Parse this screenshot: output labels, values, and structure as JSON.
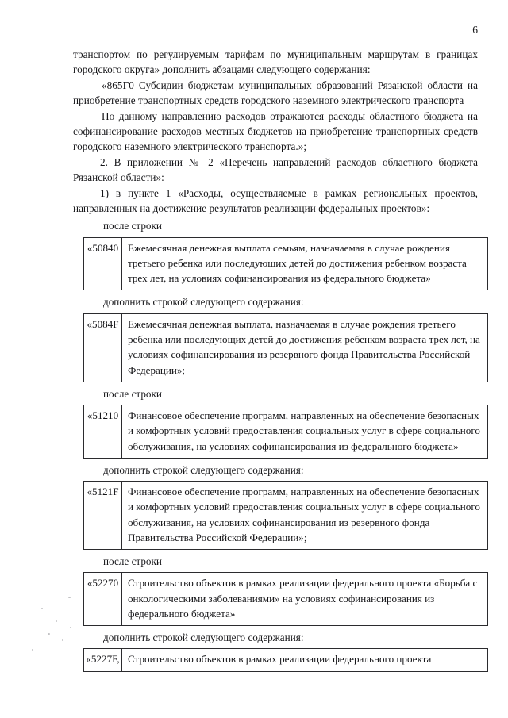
{
  "page": {
    "number": "6"
  },
  "body": {
    "paragraphs": [
      {
        "id": "p1",
        "text": "транспортом по регулируемым тарифам по муниципальным маршрутам в границах городского округа» дополнить абзацами следующего содержания:"
      },
      {
        "id": "p2",
        "text": "«865Г0 Субсидии бюджетам муниципальных образований Рязанской области на приобретение транспортных средств городского наземного электрического транспорта"
      },
      {
        "id": "p3",
        "text": "По данному направлению расходов отражаются расходы областного бюджета на софинансирование расходов местных бюджетов на приобретение транспортных средств городского наземного электрического транспорта.»;"
      },
      {
        "id": "p4",
        "text": "2. В приложении № 2 «Перечень направлений расходов областного бюджета Рязанской области»:"
      },
      {
        "id": "p5",
        "text": "1) в пункте 1 «Расходы, осуществляемые в рамках региональных проектов, направленных на достижение результатов реализации федеральных проектов»:"
      }
    ],
    "captions": {
      "after_line": "после строки",
      "add_line": "дополнить строкой следующего содержания:"
    },
    "tables": [
      {
        "id": "t1",
        "code": "«50840",
        "description": "Ежемесячная денежная выплата семьям, назначаемая в случае рождения третьего ребенка или последующих детей до достижения ребенком возраста трех лет, на условиях софинансирования из федерального бюджета»"
      },
      {
        "id": "t2",
        "code": "«5084F",
        "description": "Ежемесячная денежная выплата, назначаемая в случае рождения третьего ребенка или последующих детей до достижения ребенком возраста трех лет, на условиях софинансирования из резервного фонда Правительства Российской Федерации»;"
      },
      {
        "id": "t3",
        "code": "«51210",
        "description": "Финансовое обеспечение программ, направленных на обеспечение безопасных и комфортных условий предоставления социальных услуг в сфере социального обслуживания, на условиях софинансирования из федерального бюджета»"
      },
      {
        "id": "t4",
        "code": "«5121F",
        "description": "Финансовое обеспечение программ, направленных на обеспечение безопасных и комфортных условий предоставления социальных услуг в сфере социального обслуживания, на условиях софинансирования из резервного фонда Правительства Российской Федерации»;"
      },
      {
        "id": "t5",
        "code": "«52270",
        "description": "Строительство объектов в рамках реализации федерального проекта «Борьба с онкологическими заболеваниями» на условиях софинансирования из федерального бюджета»"
      },
      {
        "id": "t6",
        "code": "«5227F,",
        "description": "Строительство объектов в рамках реализации федерального проекта"
      }
    ]
  }
}
